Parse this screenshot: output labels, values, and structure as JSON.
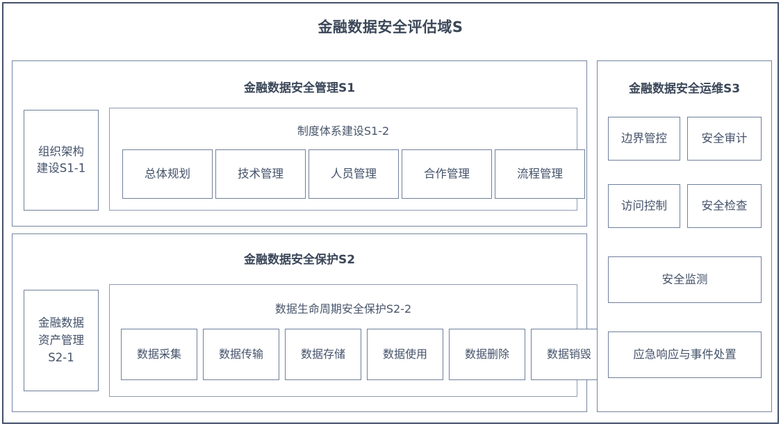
{
  "diagram": {
    "title": "金融数据安全评估域S",
    "domains": [
      {
        "id": "S1",
        "title": "金融数据安全管理S1",
        "left_box": {
          "label": "组织架构\n建设S1-1"
        },
        "group": {
          "title": "制度体系建设S1-2",
          "items": [
            {
              "label": "总体规划"
            },
            {
              "label": "技术管理"
            },
            {
              "label": "人员管理"
            },
            {
              "label": "合作管理"
            },
            {
              "label": "流程管理"
            }
          ]
        }
      },
      {
        "id": "S2",
        "title": "金融数据安全保护S2",
        "left_box": {
          "label": "金融数据\n资产管理\nS2-1"
        },
        "group": {
          "title": "数据生命周期安全保护S2-2",
          "items": [
            {
              "label": "数据采集"
            },
            {
              "label": "数据传输"
            },
            {
              "label": "数据存储"
            },
            {
              "label": "数据使用"
            },
            {
              "label": "数据删除"
            },
            {
              "label": "数据销毁"
            }
          ]
        }
      },
      {
        "id": "S3",
        "title": "金融数据安全运维S3",
        "grid_items": [
          {
            "label": "边界管控"
          },
          {
            "label": "安全审计"
          },
          {
            "label": "访问控制"
          },
          {
            "label": "安全检查"
          }
        ],
        "wide_items": [
          {
            "label": "安全监测"
          },
          {
            "label": "应急响应与事件处置"
          }
        ]
      }
    ]
  },
  "colors": {
    "outer_border": "#44506a",
    "panel_border": "#7384a0",
    "box_border": "#6f7f9b",
    "text": "#3d4a5c",
    "background": "#ffffff"
  }
}
